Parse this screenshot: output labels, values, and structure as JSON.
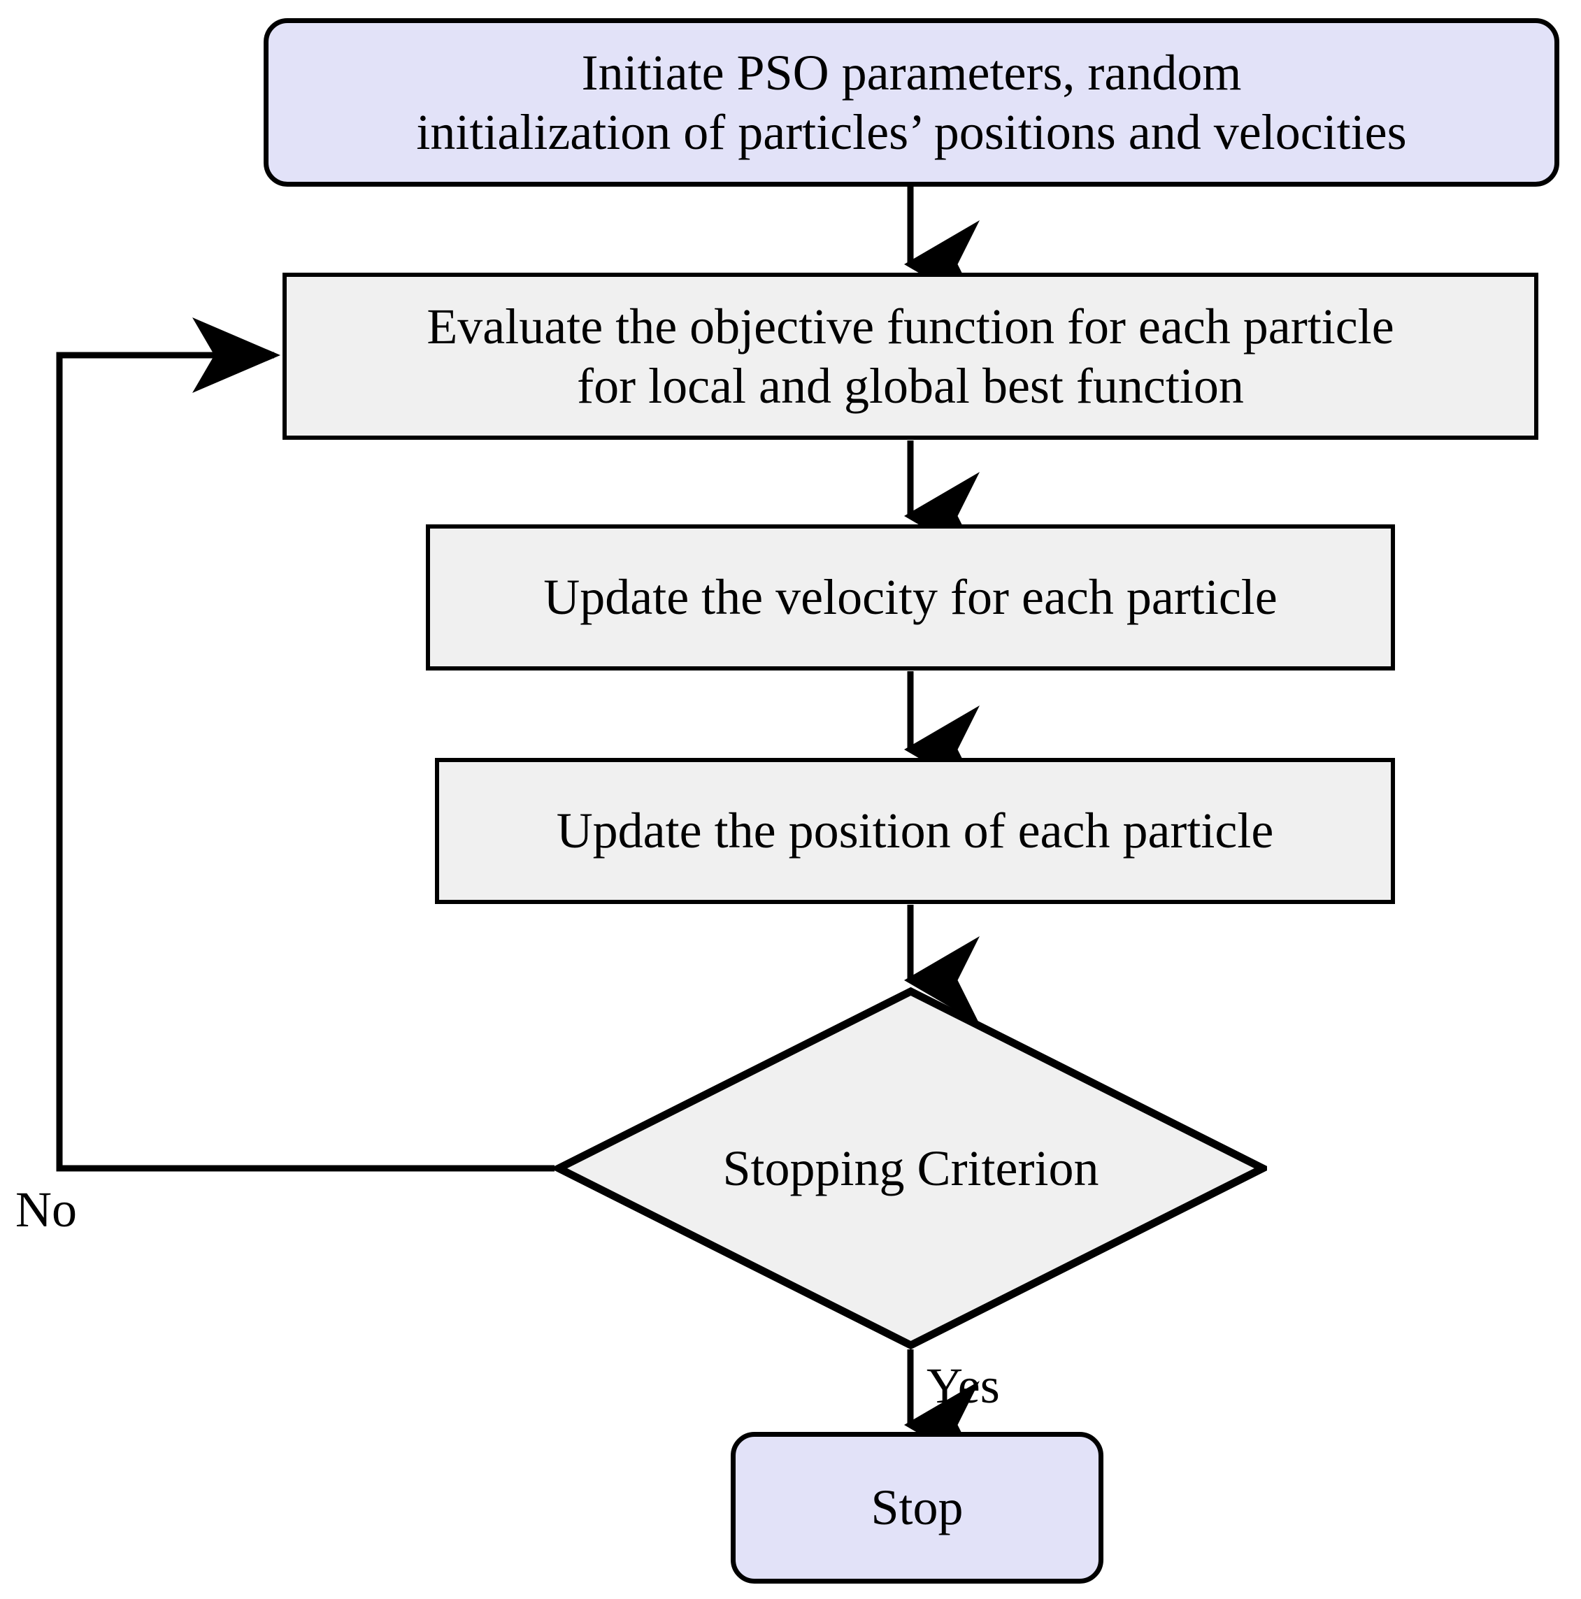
{
  "diagram": {
    "title": "PSO algorithm flowchart",
    "type": "flowchart",
    "colors": {
      "terminal_fill": "#e2e2f8",
      "process_fill": "#f0f0f0",
      "decision_fill": "#f0f0f0",
      "stroke": "#000000",
      "background": "#ffffff",
      "text": "#000000"
    },
    "nodes": [
      {
        "id": "initiate",
        "shape": "rounded-rectangle",
        "label": "Initiate PSO parameters, random\ninitialization of particles’ positions and velocities"
      },
      {
        "id": "evaluate",
        "shape": "rectangle",
        "label": "Evaluate the objective function for each particle\nfor local and global best function"
      },
      {
        "id": "update-velocity",
        "shape": "rectangle",
        "label": "Update the velocity for each particle"
      },
      {
        "id": "update-position",
        "shape": "rectangle",
        "label": "Update the position of each particle"
      },
      {
        "id": "decision",
        "shape": "diamond",
        "label": "Stopping Criterion"
      },
      {
        "id": "stop",
        "shape": "rounded-rectangle",
        "label": "Stop"
      }
    ],
    "edges": [
      {
        "id": "e1",
        "from": "initiate",
        "to": "evaluate",
        "label": ""
      },
      {
        "id": "e2",
        "from": "evaluate",
        "to": "update-velocity",
        "label": ""
      },
      {
        "id": "e3",
        "from": "update-velocity",
        "to": "update-position",
        "label": ""
      },
      {
        "id": "e4",
        "from": "update-position",
        "to": "decision",
        "label": ""
      },
      {
        "id": "e5",
        "from": "decision",
        "to": "stop",
        "label": "Yes"
      },
      {
        "id": "e6",
        "from": "decision",
        "to": "evaluate",
        "label": "No"
      }
    ],
    "edge_labels": {
      "no": "No",
      "yes": "Yes"
    }
  }
}
